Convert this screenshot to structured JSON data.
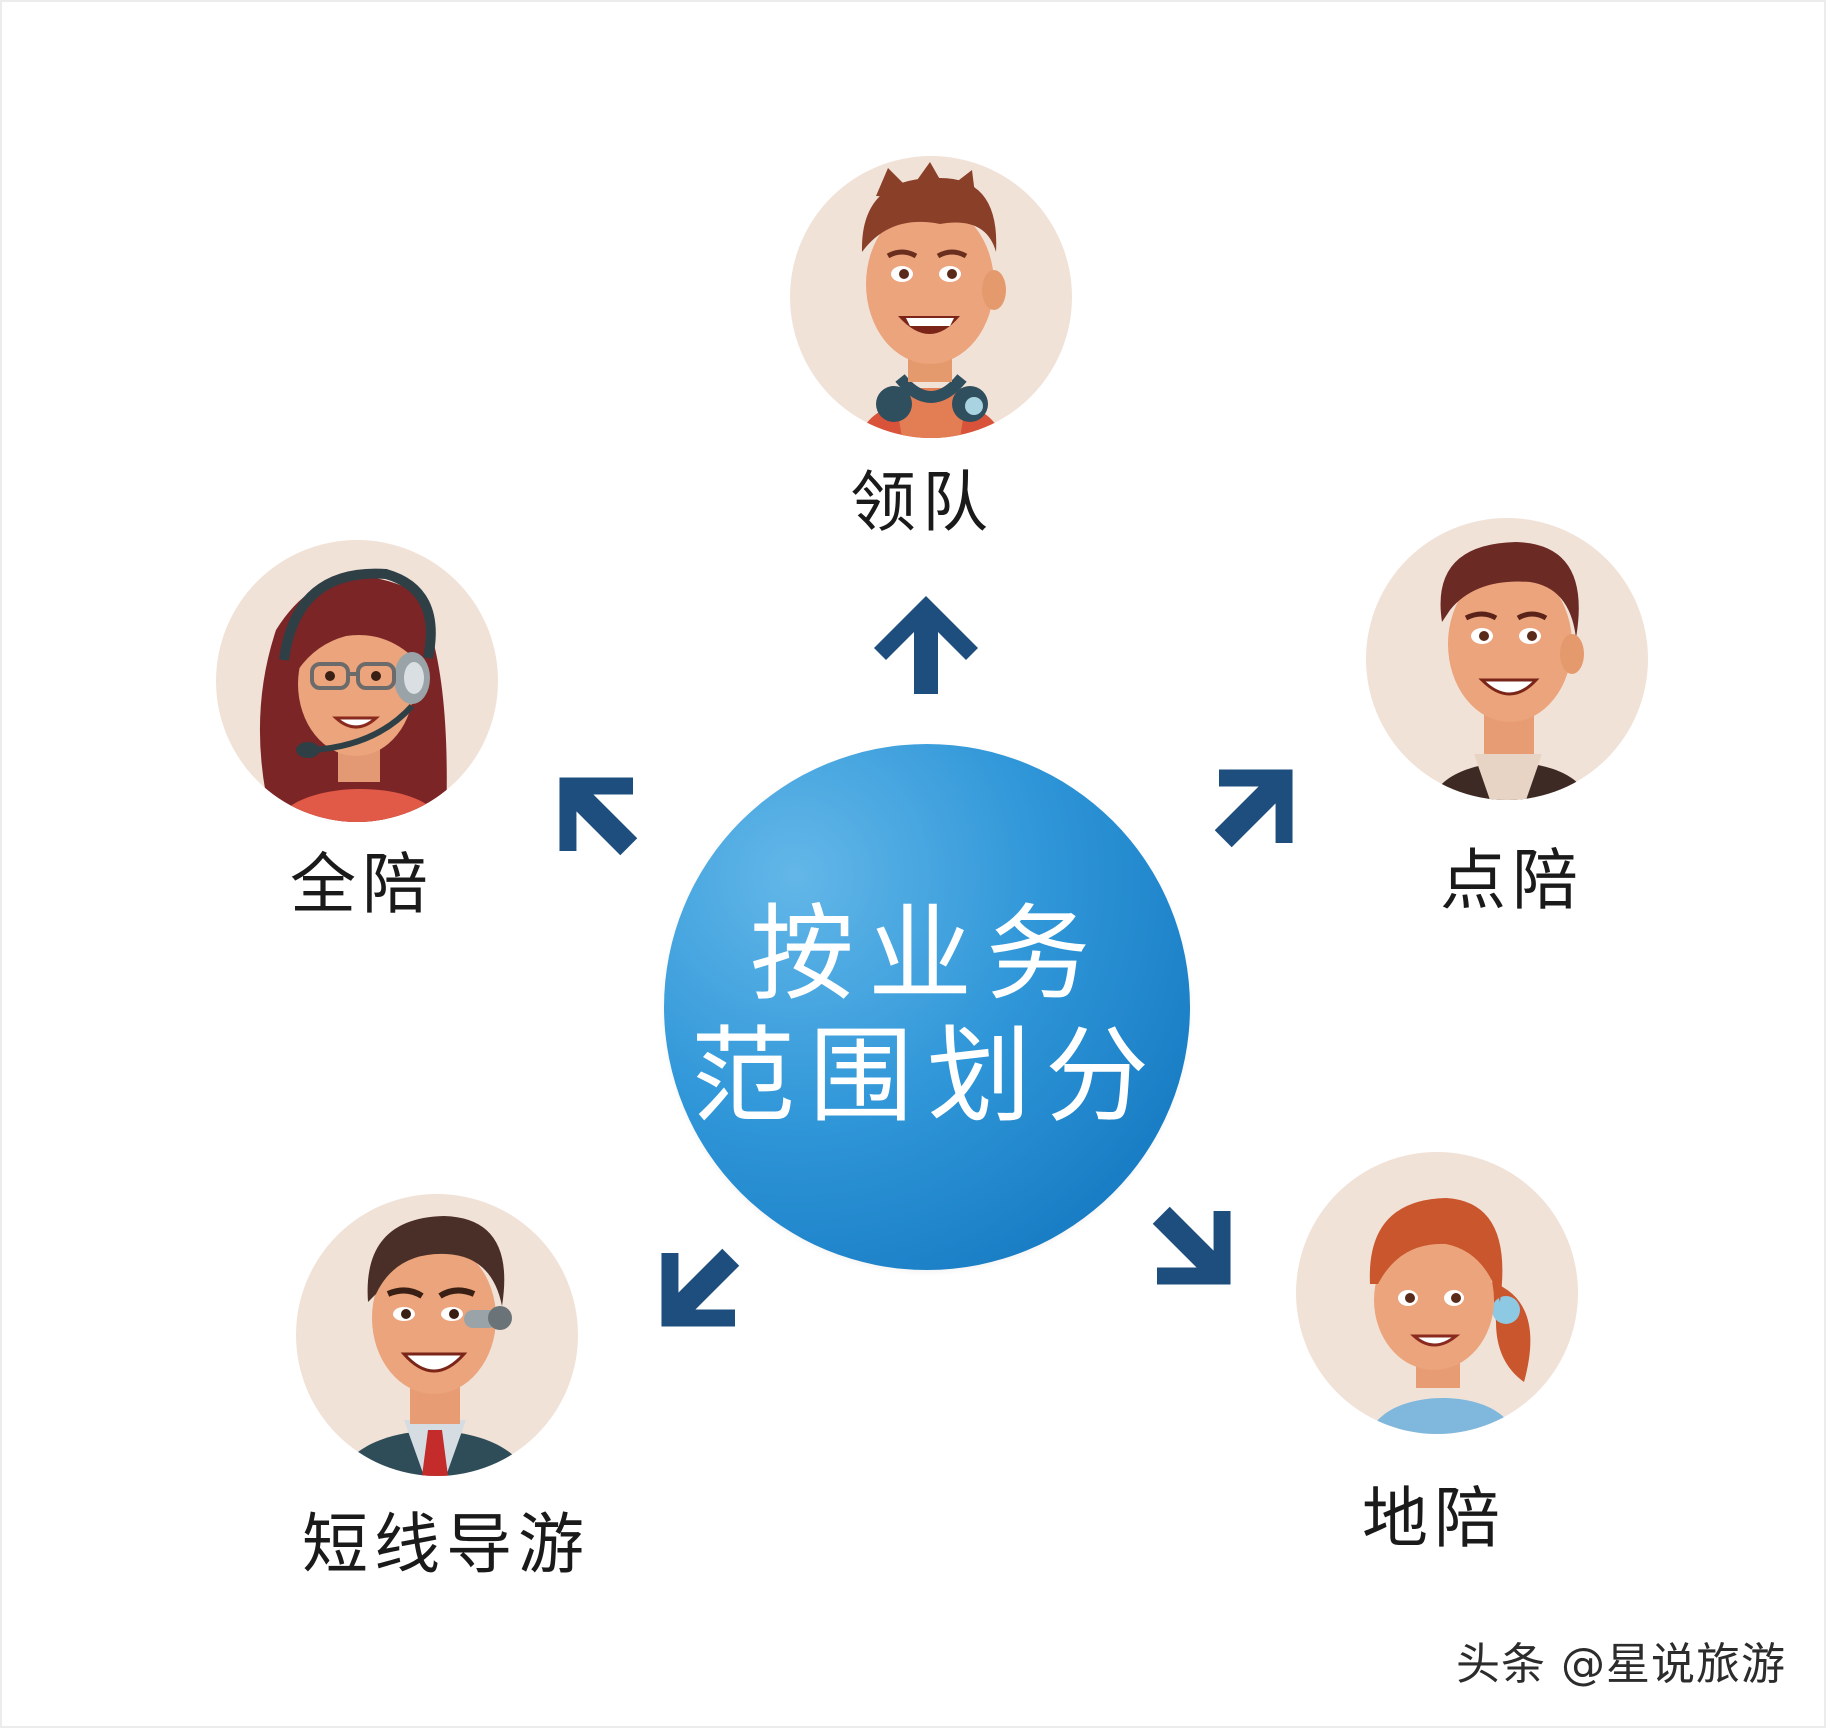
{
  "hub": {
    "line1": "按业务",
    "line2": "范围划分"
  },
  "roles": [
    {
      "id": "tour-leader",
      "label": "领队"
    },
    {
      "id": "local-escort",
      "label": "点陪"
    },
    {
      "id": "local-guide",
      "label": "地陪"
    },
    {
      "id": "short-trip-guide",
      "label": "短线导游"
    },
    {
      "id": "national-escort",
      "label": "全陪"
    }
  ],
  "watermark": "头条 @星说旅游",
  "colors": {
    "hub": "#1f86cf",
    "arrow": "#1d4e7e",
    "avatar_bg": "#f1e2d8",
    "label": "#1a1a1a"
  }
}
